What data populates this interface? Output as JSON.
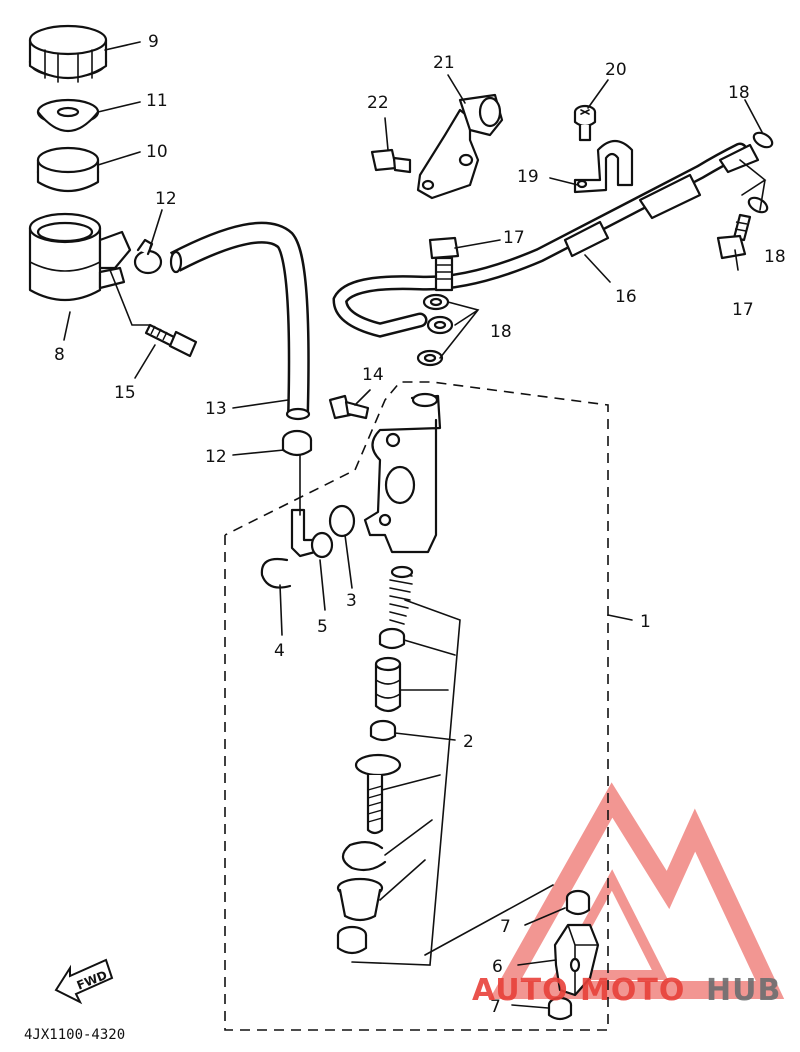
{
  "diagram": {
    "callouts": [
      {
        "id": "c1",
        "text": "1"
      },
      {
        "id": "c2",
        "text": "2"
      },
      {
        "id": "c3",
        "text": "3"
      },
      {
        "id": "c4",
        "text": "4"
      },
      {
        "id": "c5",
        "text": "5"
      },
      {
        "id": "c6",
        "text": "6"
      },
      {
        "id": "c7a",
        "text": "7"
      },
      {
        "id": "c7b",
        "text": "7"
      },
      {
        "id": "c8",
        "text": "8"
      },
      {
        "id": "c9",
        "text": "9"
      },
      {
        "id": "c10",
        "text": "10"
      },
      {
        "id": "c11",
        "text": "11"
      },
      {
        "id": "c12a",
        "text": "12"
      },
      {
        "id": "c12b",
        "text": "12"
      },
      {
        "id": "c13",
        "text": "13"
      },
      {
        "id": "c14",
        "text": "14"
      },
      {
        "id": "c15",
        "text": "15"
      },
      {
        "id": "c16",
        "text": "16"
      },
      {
        "id": "c17a",
        "text": "17"
      },
      {
        "id": "c17b",
        "text": "17"
      },
      {
        "id": "c18a",
        "text": "18"
      },
      {
        "id": "c18b",
        "text": "18"
      },
      {
        "id": "c18c",
        "text": "18"
      },
      {
        "id": "c19",
        "text": "19"
      },
      {
        "id": "c20",
        "text": "20"
      },
      {
        "id": "c21",
        "text": "21"
      },
      {
        "id": "c22",
        "text": "22"
      }
    ],
    "fwd_label": "FWD",
    "drawing_code": "4JX1100-4320"
  },
  "watermark": {
    "part1": "AUTO",
    "part2": "MOTO",
    "part3": "HUB",
    "color_red": "#e8413a",
    "color_gray": "#6d6e70"
  }
}
